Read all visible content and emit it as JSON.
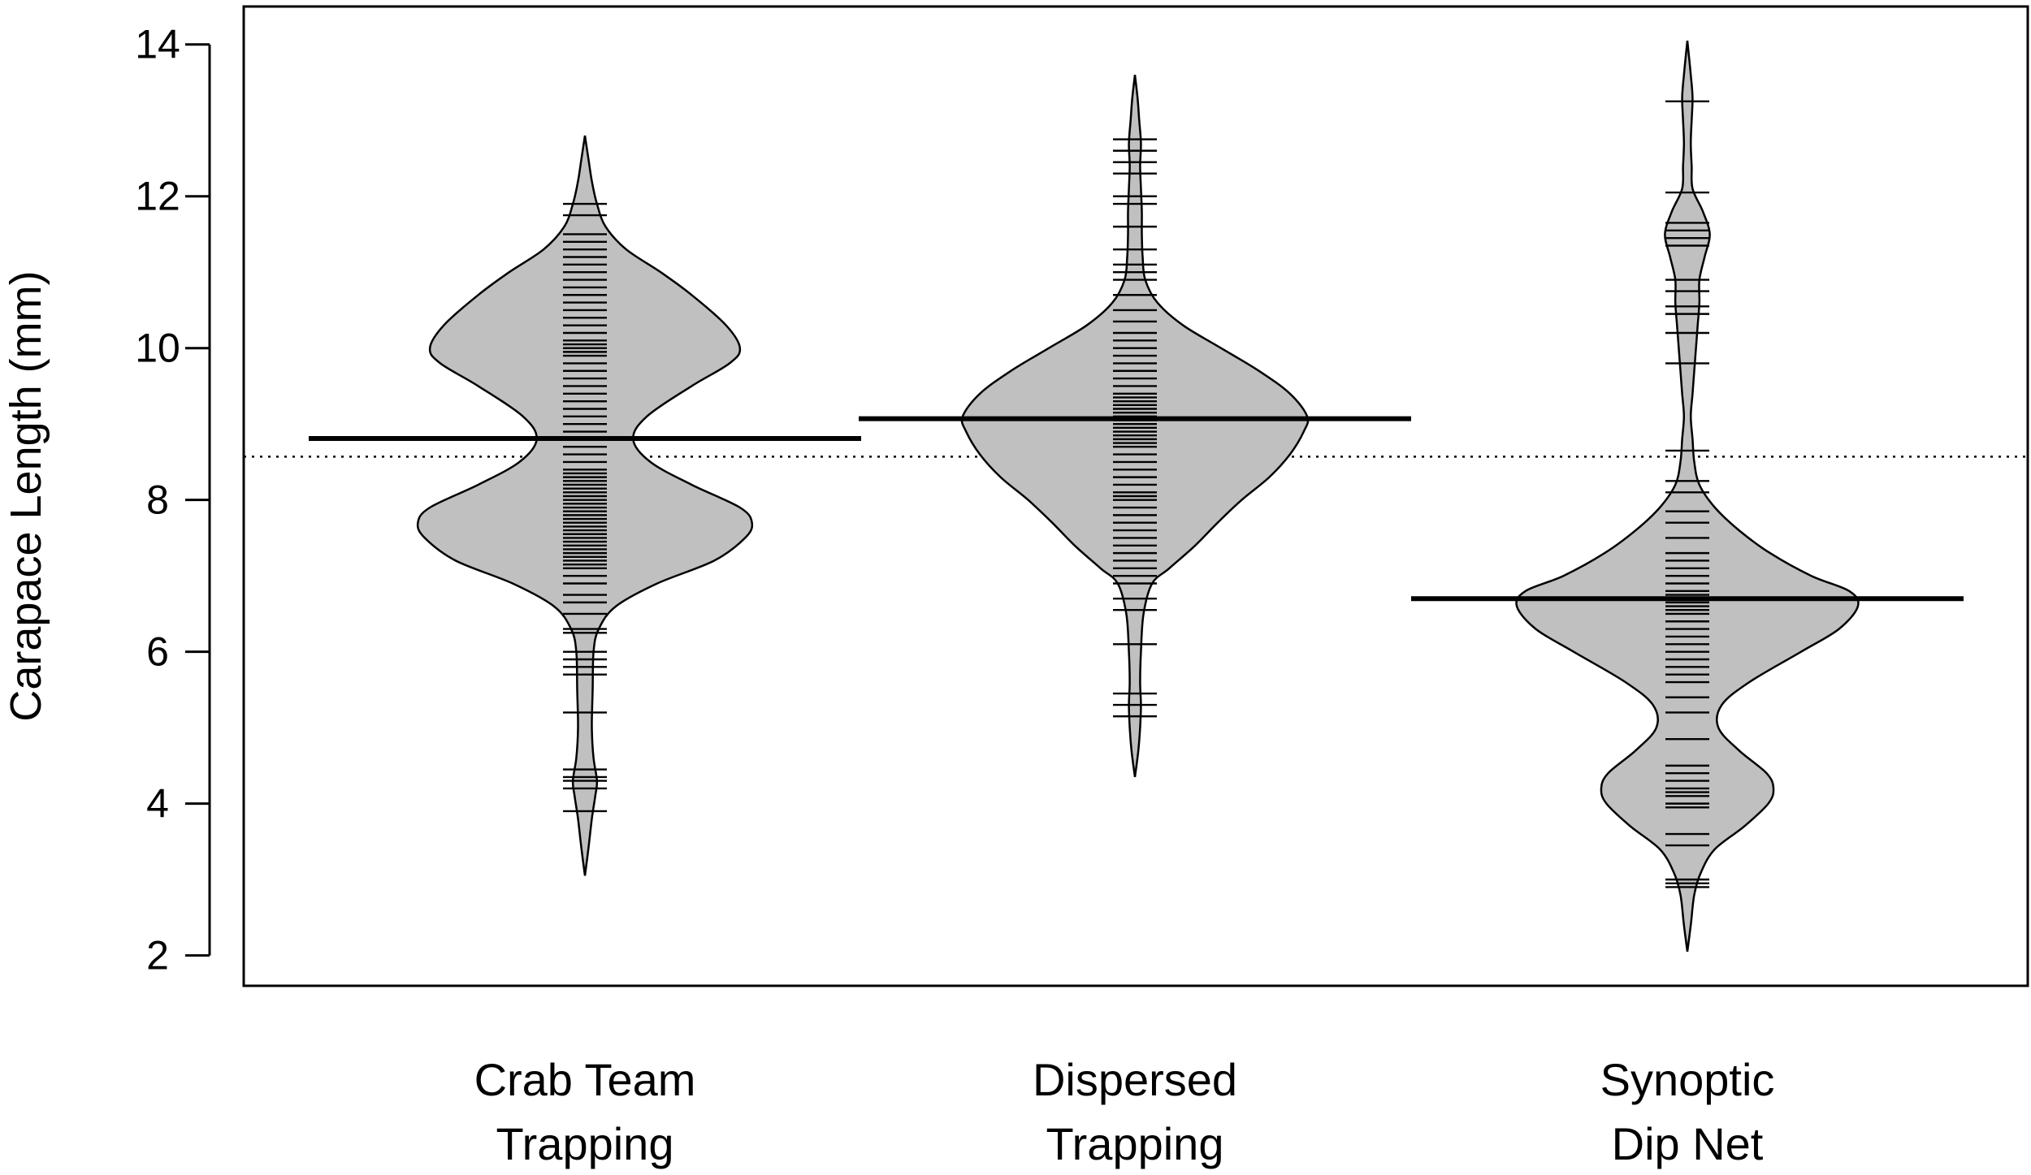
{
  "chart_data": {
    "type": "beanplot",
    "title": "",
    "xlabel": "",
    "ylabel": "Carapace Length (mm)",
    "ylim": [
      1.6,
      14.5
    ],
    "yticks": [
      "2",
      "4",
      "6",
      "8",
      "10",
      "12",
      "14"
    ],
    "ytick_values": [
      2,
      4,
      6,
      8,
      10,
      12,
      14
    ],
    "overall_mean": 8.57,
    "colors": {
      "bean_fill": "#c0c0c0",
      "stroke": "#000000"
    },
    "groups": [
      {
        "label_line1": "Crab Team",
        "label_line2": "Trapping",
        "mean": 8.81,
        "range": [
          3.05,
          12.8
        ],
        "density": [
          [
            3.05,
            0.0
          ],
          [
            3.4,
            0.02
          ],
          [
            3.8,
            0.04
          ],
          [
            4.1,
            0.06
          ],
          [
            4.3,
            0.07
          ],
          [
            4.6,
            0.05
          ],
          [
            5.0,
            0.04
          ],
          [
            5.5,
            0.045
          ],
          [
            6.0,
            0.05
          ],
          [
            6.3,
            0.08
          ],
          [
            6.6,
            0.18
          ],
          [
            6.9,
            0.42
          ],
          [
            7.2,
            0.75
          ],
          [
            7.5,
            0.93
          ],
          [
            7.7,
            0.97
          ],
          [
            7.9,
            0.9
          ],
          [
            8.2,
            0.62
          ],
          [
            8.5,
            0.38
          ],
          [
            8.8,
            0.28
          ],
          [
            9.1,
            0.36
          ],
          [
            9.5,
            0.62
          ],
          [
            9.8,
            0.84
          ],
          [
            10.0,
            0.9
          ],
          [
            10.3,
            0.82
          ],
          [
            10.7,
            0.62
          ],
          [
            11.0,
            0.44
          ],
          [
            11.3,
            0.24
          ],
          [
            11.6,
            0.12
          ],
          [
            11.9,
            0.07
          ],
          [
            12.2,
            0.04
          ],
          [
            12.5,
            0.02
          ],
          [
            12.8,
            0.0
          ]
        ],
        "observations": [
          3.9,
          4.2,
          4.3,
          4.35,
          4.45,
          5.2,
          5.7,
          5.8,
          5.9,
          6.0,
          6.25,
          6.3,
          6.5,
          6.65,
          6.75,
          6.9,
          7.0,
          7.1,
          7.15,
          7.2,
          7.25,
          7.3,
          7.35,
          7.4,
          7.45,
          7.5,
          7.55,
          7.6,
          7.65,
          7.7,
          7.75,
          7.8,
          7.85,
          7.9,
          7.95,
          8.0,
          8.05,
          8.1,
          8.15,
          8.2,
          8.25,
          8.3,
          8.35,
          8.4,
          8.5,
          8.6,
          8.7,
          8.8,
          8.9,
          9.0,
          9.1,
          9.2,
          9.3,
          9.4,
          9.5,
          9.6,
          9.7,
          9.8,
          9.9,
          9.95,
          10.0,
          10.05,
          10.1,
          10.2,
          10.3,
          10.4,
          10.5,
          10.6,
          10.7,
          10.8,
          10.9,
          11.0,
          11.1,
          11.2,
          11.3,
          11.4,
          11.5,
          11.75,
          11.9
        ]
      },
      {
        "label_line1": "Dispersed",
        "label_line2": "Trapping",
        "mean": 9.07,
        "range": [
          4.35,
          13.6
        ],
        "density": [
          [
            4.35,
            0.0
          ],
          [
            4.7,
            0.02
          ],
          [
            5.0,
            0.03
          ],
          [
            5.3,
            0.035
          ],
          [
            5.6,
            0.03
          ],
          [
            6.0,
            0.035
          ],
          [
            6.5,
            0.05
          ],
          [
            6.9,
            0.1
          ],
          [
            7.1,
            0.2
          ],
          [
            7.4,
            0.35
          ],
          [
            7.7,
            0.48
          ],
          [
            8.0,
            0.62
          ],
          [
            8.3,
            0.78
          ],
          [
            8.6,
            0.9
          ],
          [
            8.9,
            0.98
          ],
          [
            9.1,
            1.0
          ],
          [
            9.4,
            0.9
          ],
          [
            9.7,
            0.72
          ],
          [
            10.0,
            0.5
          ],
          [
            10.3,
            0.28
          ],
          [
            10.6,
            0.13
          ],
          [
            10.9,
            0.06
          ],
          [
            11.2,
            0.045
          ],
          [
            11.5,
            0.04
          ],
          [
            11.8,
            0.04
          ],
          [
            12.1,
            0.035
          ],
          [
            12.4,
            0.03
          ],
          [
            12.7,
            0.035
          ],
          [
            13.0,
            0.025
          ],
          [
            13.3,
            0.015
          ],
          [
            13.6,
            0.0
          ]
        ],
        "observations": [
          5.15,
          5.3,
          5.45,
          6.1,
          6.55,
          6.7,
          6.9,
          7.0,
          7.1,
          7.2,
          7.3,
          7.4,
          7.5,
          7.6,
          7.7,
          7.8,
          7.9,
          8.0,
          8.05,
          8.1,
          8.2,
          8.3,
          8.4,
          8.5,
          8.6,
          8.7,
          8.75,
          8.8,
          8.85,
          8.9,
          8.95,
          9.0,
          9.05,
          9.1,
          9.15,
          9.2,
          9.25,
          9.3,
          9.35,
          9.4,
          9.5,
          9.6,
          9.7,
          9.8,
          9.9,
          10.0,
          10.1,
          10.2,
          10.35,
          10.5,
          10.7,
          10.9,
          11.0,
          11.1,
          11.3,
          11.6,
          11.9,
          12.0,
          12.3,
          12.45,
          12.6,
          12.75
        ]
      },
      {
        "label_line1": "Synoptic",
        "label_line2": "Dip Net",
        "mean": 6.7,
        "range": [
          2.05,
          14.05
        ],
        "density": [
          [
            2.05,
            0.0
          ],
          [
            2.4,
            0.02
          ],
          [
            2.8,
            0.04
          ],
          [
            3.1,
            0.08
          ],
          [
            3.4,
            0.16
          ],
          [
            3.7,
            0.33
          ],
          [
            4.0,
            0.47
          ],
          [
            4.2,
            0.5
          ],
          [
            4.4,
            0.46
          ],
          [
            4.7,
            0.3
          ],
          [
            5.0,
            0.18
          ],
          [
            5.3,
            0.2
          ],
          [
            5.6,
            0.36
          ],
          [
            6.0,
            0.66
          ],
          [
            6.3,
            0.88
          ],
          [
            6.6,
            0.99
          ],
          [
            6.8,
            0.94
          ],
          [
            7.0,
            0.72
          ],
          [
            7.3,
            0.48
          ],
          [
            7.6,
            0.3
          ],
          [
            7.9,
            0.16
          ],
          [
            8.2,
            0.07
          ],
          [
            8.5,
            0.04
          ],
          [
            8.8,
            0.03
          ],
          [
            9.1,
            0.02
          ],
          [
            9.4,
            0.03
          ],
          [
            9.7,
            0.04
          ],
          [
            10.0,
            0.05
          ],
          [
            10.3,
            0.06
          ],
          [
            10.6,
            0.07
          ],
          [
            10.9,
            0.07
          ],
          [
            11.2,
            0.1
          ],
          [
            11.5,
            0.13
          ],
          [
            11.8,
            0.09
          ],
          [
            12.1,
            0.03
          ],
          [
            12.4,
            0.025
          ],
          [
            12.7,
            0.02
          ],
          [
            13.0,
            0.025
          ],
          [
            13.3,
            0.03
          ],
          [
            13.6,
            0.02
          ],
          [
            14.05,
            0.0
          ]
        ],
        "observations": [
          2.9,
          2.95,
          3.0,
          3.45,
          3.6,
          3.95,
          4.0,
          4.1,
          4.15,
          4.2,
          4.3,
          4.4,
          4.5,
          4.85,
          5.2,
          5.4,
          5.6,
          5.7,
          5.8,
          5.9,
          6.0,
          6.1,
          6.2,
          6.3,
          6.4,
          6.5,
          6.55,
          6.6,
          6.65,
          6.7,
          6.75,
          6.8,
          6.9,
          7.0,
          7.1,
          7.2,
          7.3,
          7.5,
          7.7,
          7.85,
          8.1,
          8.25,
          8.65,
          9.8,
          10.2,
          10.45,
          10.55,
          10.75,
          10.9,
          11.35,
          11.45,
          11.55,
          11.65,
          12.05,
          13.25
        ]
      }
    ]
  }
}
